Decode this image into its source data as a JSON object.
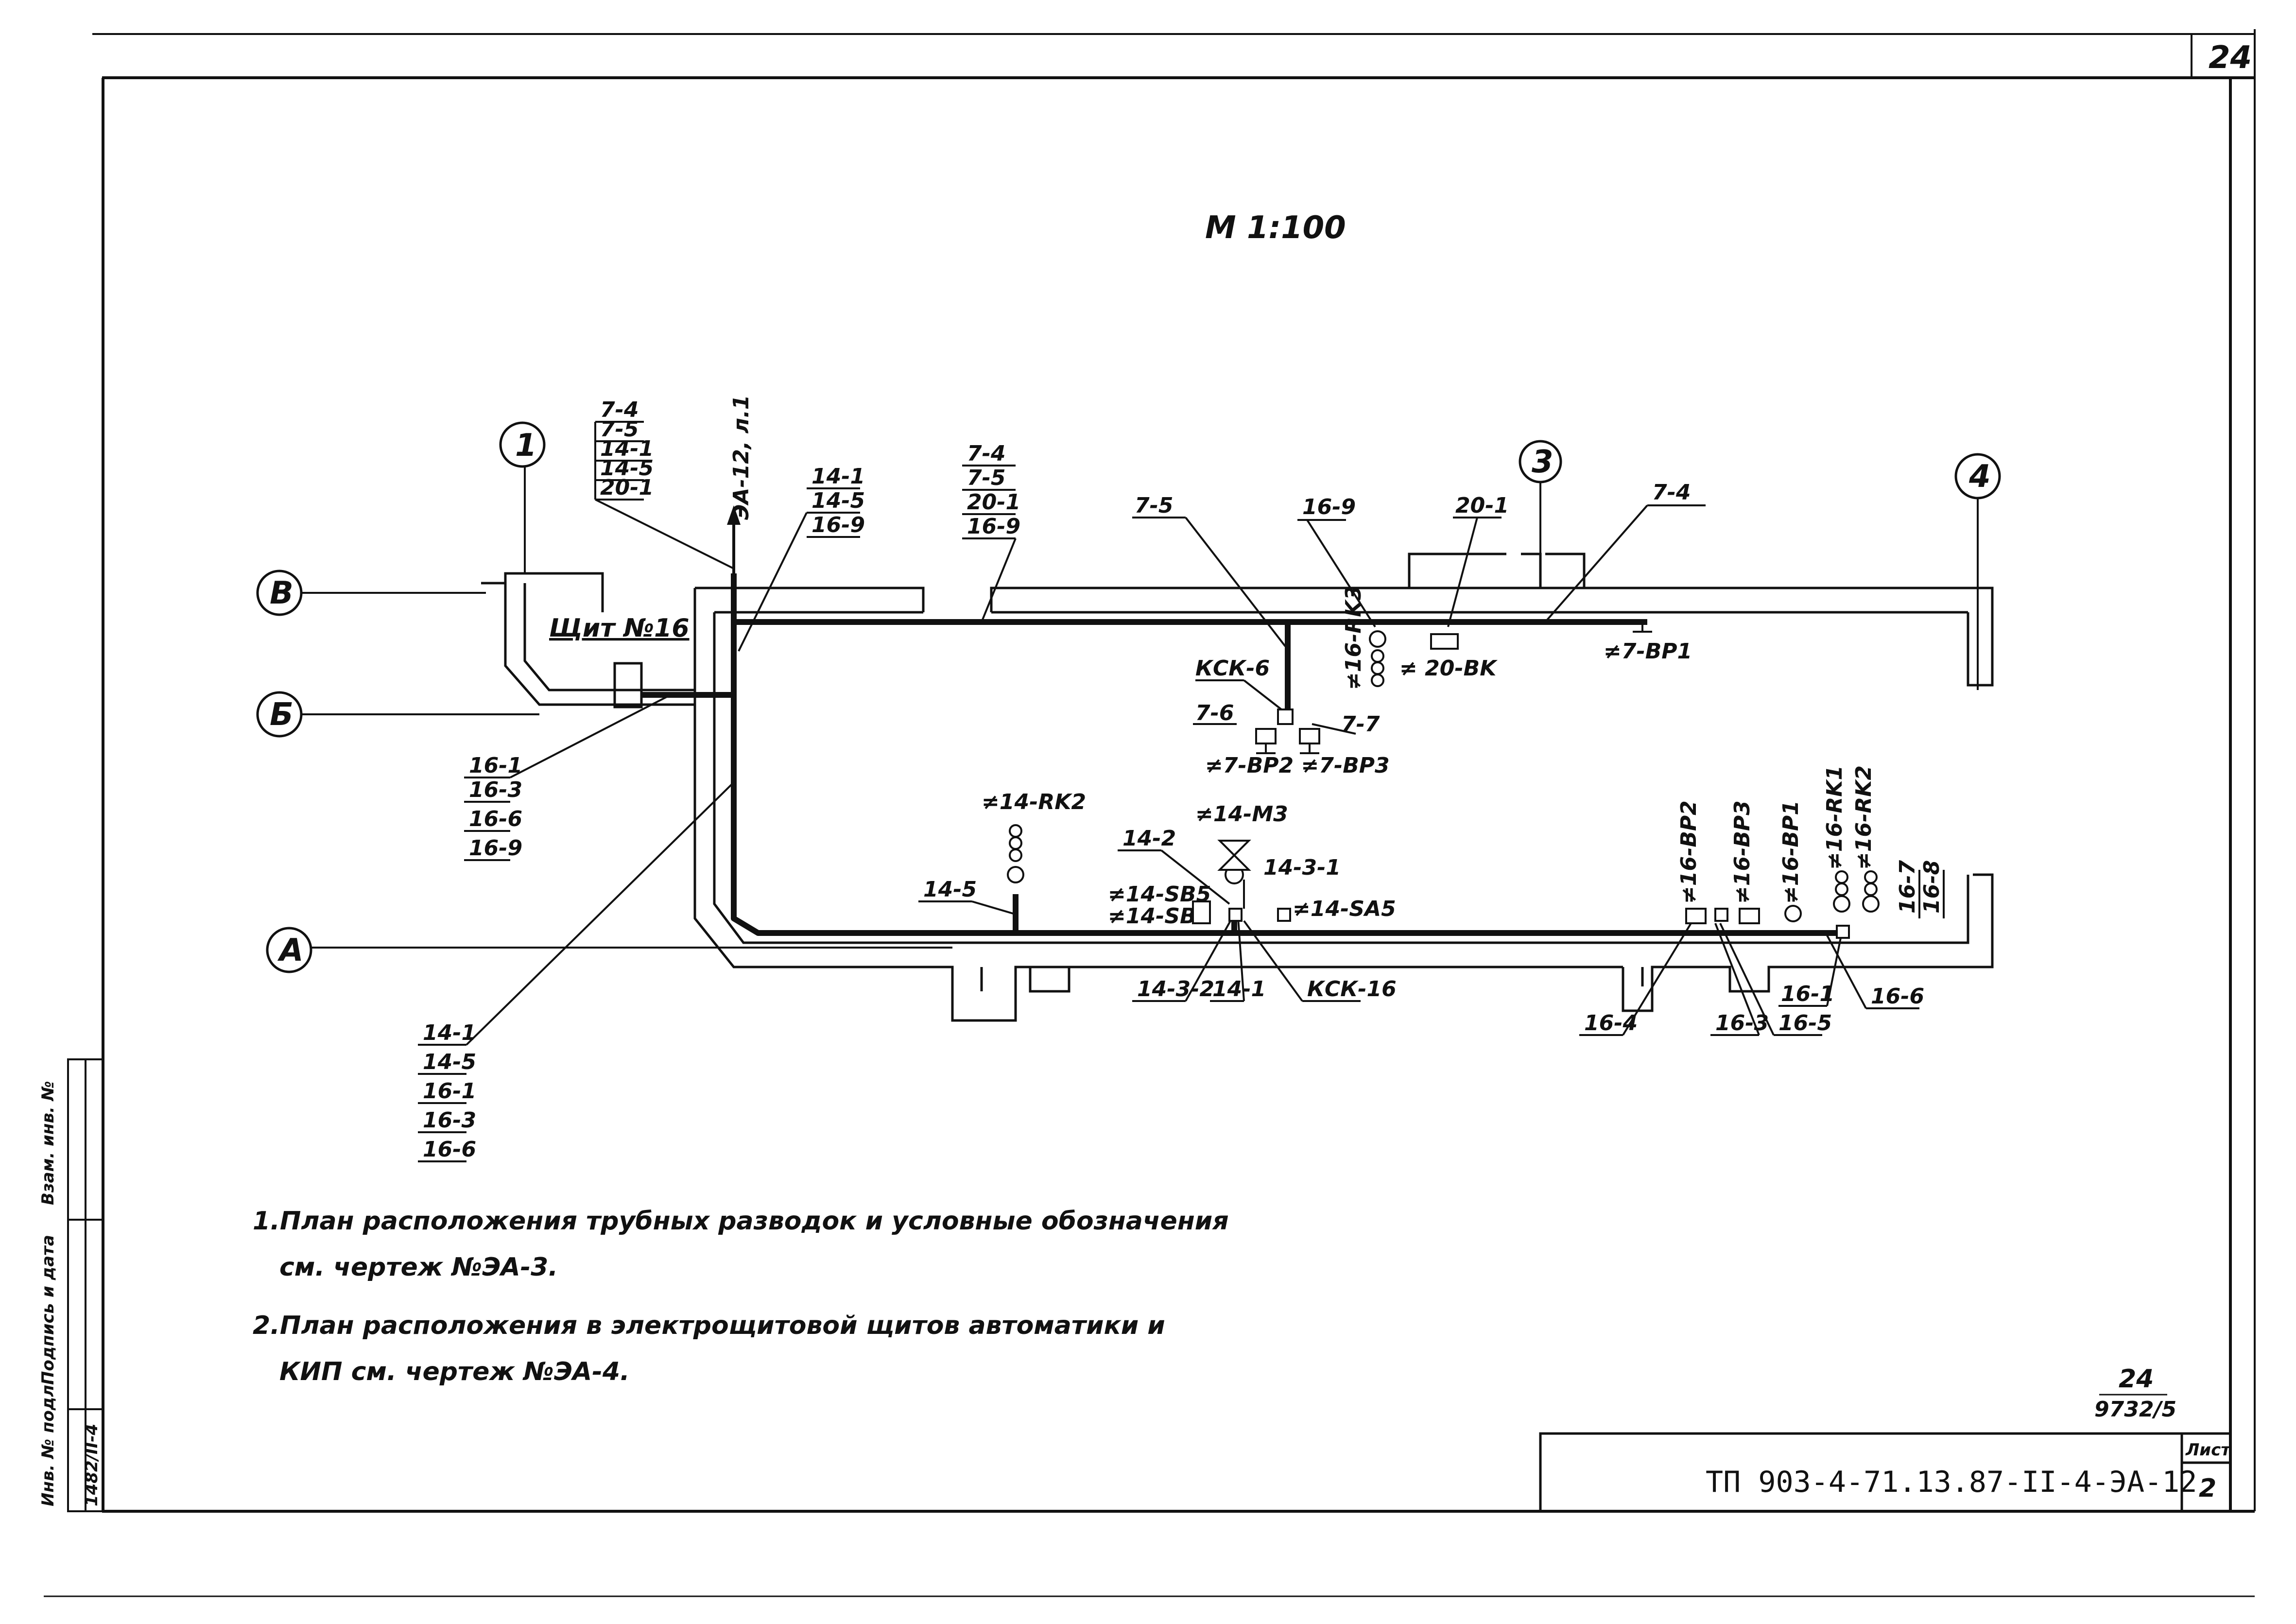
{
  "sheet_number_top": "24",
  "scale": "М 1:100",
  "axes": {
    "a1": "1",
    "a3": "3",
    "a4": "4",
    "aB": "В",
    "aBe": "Б",
    "aA": "А"
  },
  "ref_vertical": "ЭА-12, л.1",
  "panel_label": "Щит №16",
  "tags": {
    "g1": [
      "7-4",
      "7-5",
      "14-1",
      "14-5",
      "20-1"
    ],
    "g2": [
      "14-1",
      "14-5",
      "16-9"
    ],
    "g3": [
      "7-4",
      "7-5",
      "20-1",
      "16-9"
    ],
    "g4": [
      "16-1",
      "16-3",
      "16-6",
      "16-9"
    ],
    "g5": [
      "14-1",
      "14-5",
      "16-1",
      "16-3",
      "16-6"
    ],
    "g6": [
      "16-7",
      "16-8"
    ]
  },
  "labels": {
    "l75": "7-5",
    "l169": "16-9",
    "l201": "20-1",
    "l74": "7-4",
    "ksk6": "КСК-6",
    "l76": "7-6",
    "l77": "7-7",
    "bp2bp3": "≠7-BP2 ≠7-BP3",
    "rk3": "≠16-RK3",
    "bk20": "≠ 20-BK",
    "bp1top": "≠7-BP1",
    "rk2_14": "≠14-RK2",
    "m3": "≠14-M3",
    "l142": "14-2",
    "l1431": "14-3-1",
    "l145": "14-5",
    "sb5": "≠14-SB5",
    "sb6": "≠14-SB6",
    "sa5": "≠14-SA5",
    "l1432": "14-3-2",
    "l141": "14-1",
    "ksk16": "КСК-16",
    "bp2_16": "≠16-BP2",
    "bp3_16": "≠16-BP3",
    "bp1_16": "≠16-BP1",
    "rk1_16": "≠16-RK1",
    "rk2_16": "≠16-RK2",
    "l164": "16-4",
    "l163": "16-3",
    "l165": "16-5",
    "l161": "16-1",
    "l166": "16-6"
  },
  "notes": {
    "n1a": "1.План расположения трубных разводок и условные обозначения",
    "n1b": "см. чертеж №ЭА-3.",
    "n2a": "2.План расположения в электрощитовой щитов автоматики и",
    "n2b": "КИП см. чертеж №ЭА-4."
  },
  "stamp": {
    "page_frac_top": "24",
    "page_frac_bottom": "9732/5",
    "code": "ТП 903-4-71.13.87-II-4-ЭА-12",
    "list_label": "Лист",
    "list_value": "2"
  },
  "side_margin": {
    "inv": "Инв. № подл.",
    "sign": "Подпись и дата",
    "vzam": "Взам. инв. №",
    "inv_value": "1482/II-4"
  }
}
